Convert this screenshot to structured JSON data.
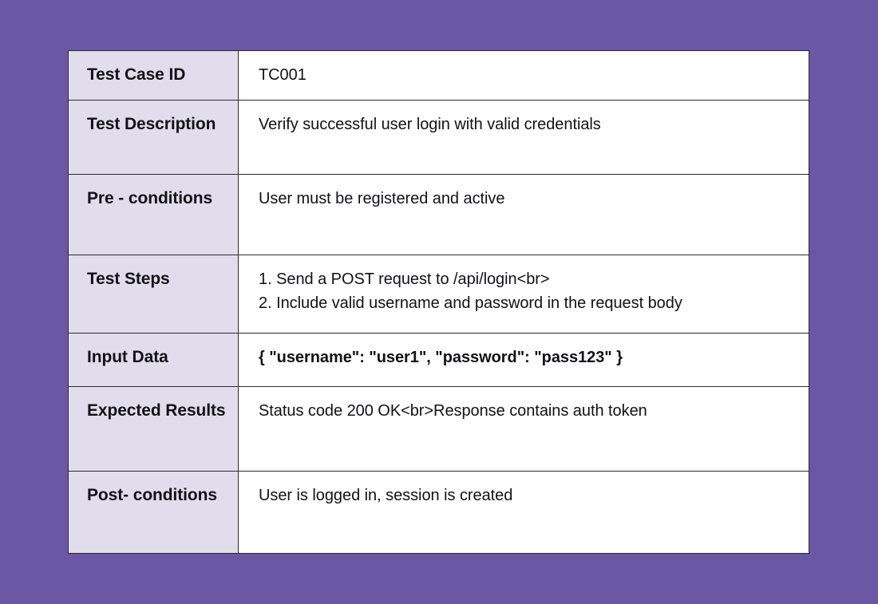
{
  "page": {
    "background_color": "#6b57a4",
    "table": {
      "border_color": "#2b2b33",
      "label_column_background": "#e1ddec",
      "value_column_background": "#ffffff",
      "text_color": "#121217"
    }
  },
  "table": {
    "rows": [
      {
        "label": "Test Case ID",
        "value": "TC001",
        "value_bold": false
      },
      {
        "label": "Test Description",
        "value": "Verify successful user login with valid credentials",
        "value_bold": false
      },
      {
        "label": "Pre - conditions",
        "value": "User must be registered and active",
        "value_bold": false
      },
      {
        "label": "Test Steps",
        "value": "1. Send a POST request to /api/login<br>\n2. Include valid username and password in the request body",
        "value_bold": false
      },
      {
        "label": "Input Data",
        "value": "{ \"username\": \"user1\", \"password\": \"pass123\" }",
        "value_bold": true
      },
      {
        "label": "Expected Results",
        "value": "Status code 200 OK<br>Response contains auth token",
        "value_bold": false
      },
      {
        "label": "Post- conditions",
        "value": "User is logged in, session is created",
        "value_bold": false
      }
    ]
  }
}
